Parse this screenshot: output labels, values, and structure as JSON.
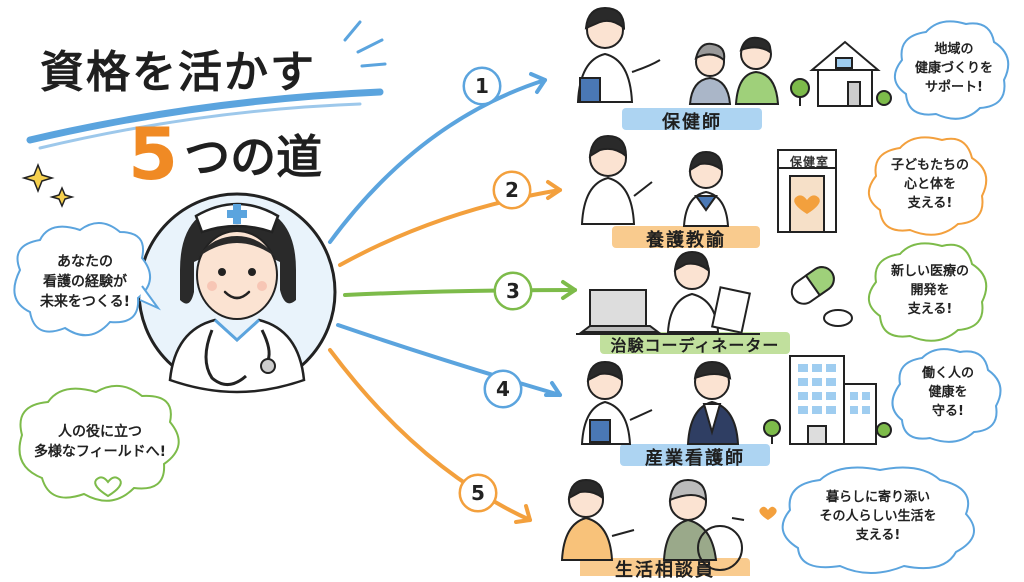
{
  "title": {
    "line1": "資格を活かす",
    "number": "5",
    "line2": "つの道"
  },
  "center_bubbles": {
    "left_top": "あなたの\n看護の経験が\n未来をつくる!",
    "left_bottom": "人の役に立つ\n多様なフィールドへ!"
  },
  "careers": [
    {
      "num": "1",
      "label": "保健師",
      "bubble": "地域の\n健康づくりを\nサポート!",
      "color": "#5ba4de"
    },
    {
      "num": "2",
      "label": "養護教諭",
      "bubble": "子どもたちの\n心と体を\n支える!",
      "color": "#f3a03d",
      "sign": "保健室"
    },
    {
      "num": "3",
      "label": "治験コーディネーター",
      "bubble": "新しい医療の\n開発を\n支える!",
      "color": "#7dbb4a"
    },
    {
      "num": "4",
      "label": "産業看護師",
      "bubble": "働く人の\n健康を\n守る!",
      "color": "#5ba4de"
    },
    {
      "num": "5",
      "label": "生活相談員",
      "bubble": "暮らしに寄り添い\nその人らしい生活を\n支える!",
      "color": "#f3a03d"
    }
  ],
  "colors": {
    "blue": "#5ba4de",
    "orange": "#f3a03d",
    "green": "#7dbb4a",
    "ink": "#222222"
  }
}
